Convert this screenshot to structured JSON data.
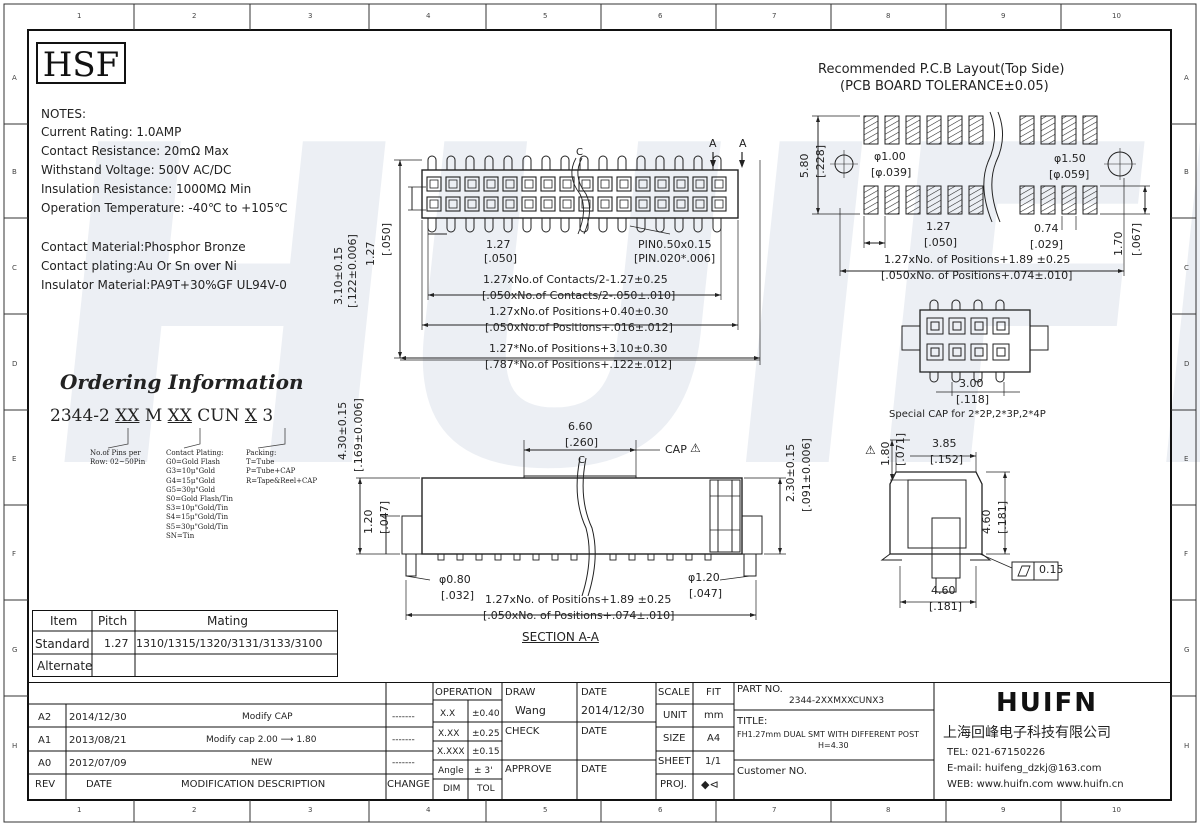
{
  "logo": {
    "text": "HSF"
  },
  "watermark": "HUIFN",
  "grid": {
    "cols": [
      "1",
      "2",
      "3",
      "4",
      "5",
      "6",
      "7",
      "8",
      "9",
      "10"
    ],
    "rows": [
      "A",
      "B",
      "C",
      "D",
      "E",
      "F",
      "G",
      "H"
    ]
  },
  "notes": {
    "heading": "NOTES:",
    "lines": [
      "Current Rating: 1.0AMP",
      "Contact Resistance: 20mΩ Max",
      "Withstand Voltage: 500V AC/DC",
      "Insulation Resistance: 1000MΩ Min",
      "Operation Temperature: -40℃ to +105℃"
    ],
    "materials": [
      "Contact Material:Phosphor Bronze",
      "Contact plating:Au Or Sn over Ni",
      "Insulator Material:PA9T+30%GF UL94V-0"
    ]
  },
  "ordering": {
    "title": "Ordering Information",
    "code_parts": [
      "2344-2 ",
      "XX",
      " M ",
      "XX",
      " CUN ",
      "X",
      " 3"
    ],
    "pins_label": [
      "No.of Pins per",
      "Row: 02~50Pin"
    ],
    "plating_label": [
      "Contact Plating:",
      "G0=Gold Flash",
      "G3=10μ\"Gold",
      "G4=15μ\"Gold",
      "G5=30μ\"Gold",
      "S0=Gold Flash/Tin",
      "S3=10μ\"Gold/Tin",
      "S4=15μ\"Gold/Tin",
      "S5=30μ\"Gold/Tin",
      "SN=Tin"
    ],
    "packing_label": [
      "Packing:",
      "T=Tube",
      "P=Tube+CAP",
      "R=Tape&Reel+CAP"
    ]
  },
  "mating_table": {
    "headers": [
      "Item",
      "Pitch",
      "Mating"
    ],
    "rows": [
      [
        "Standard",
        "1.27",
        "1310/1315/1320/3131/3133/3100"
      ],
      [
        "Alternate",
        "",
        ""
      ]
    ]
  },
  "top_view": {
    "labels": {
      "a_mark": "A",
      "c_mark": "C",
      "pitch": "1.27",
      "pitch_in": "[.050]",
      "pin": "PIN0.50x0.15",
      "pin_in": "[PIN.020*.006]",
      "height": "3.10±0.15",
      "height_in": "[.122±0.006]",
      "row": "1.27",
      "row_in": "[.050]",
      "d1": "1.27xNo.of Contacts/2-1.27±0.25",
      "d1_in": "[.050xNo.of Contacts/2-.050±.010]",
      "d2": "1.27xNo.of Positions+0.40±0.30",
      "d2_in": "[.050xNo.of Positions+.016±.012]",
      "d3": "1.27*No.of Positions+3.10±0.30",
      "d3_in": "[.787*No.of Positions+.122±.012]"
    }
  },
  "pcb_layout": {
    "title": "Recommended P.C.B Layout(Top Side)",
    "subtitle": "(PCB BOARD TOLERANCE±0.05)",
    "labels": {
      "h": "5.80",
      "h_in": "[.228]",
      "hole1": "φ1.00",
      "hole1_in": "[φ.039]",
      "hole2": "φ1.50",
      "hole2_in": "[φ.059]",
      "pitch": "1.27",
      "pitch_in": "[.050]",
      "pad_w": "0.74",
      "pad_w_in": "[.029]",
      "pad_h": "1.70",
      "pad_h_in": "[.067]",
      "span": "1.27xNo. of Positions+1.89 ±0.25",
      "span_in": "[.050xNo. of Positions+.074±.010]"
    }
  },
  "special_cap": {
    "dim": "3.00",
    "dim_in": "[.118]",
    "caption": "Special CAP for 2*2P,2*3P,2*4P"
  },
  "side_view": {
    "labels": {
      "height": "4.30±0.15",
      "height_in": "[.169±0.006]",
      "cap_w": "6.60",
      "cap_w_in": "[.260]",
      "cap": "CAP",
      "c_mark": "C",
      "h2": "2.30±0.15",
      "h2_in": "[.091±0.006]",
      "h3": "1.20",
      "h3_in": "[.047]",
      "peg1": "φ0.80",
      "peg1_in": "[.032]",
      "peg2": "φ1.20",
      "peg2_in": "[.047]",
      "span": "1.27xNo. of Positions+1.89 ±0.25",
      "span_in": "[.050xNo. of Positions+.074±.010]",
      "section": "SECTION A-A"
    }
  },
  "end_view": {
    "labels": {
      "d1": "1.80",
      "d1_in": "[.071]",
      "d2": "3.85",
      "d2_in": "[.152]",
      "d3": "4.60",
      "d3_in": "[.181]",
      "d4": "4.60",
      "d4_in": "[.181]",
      "flat": "0.15"
    }
  },
  "title_block": {
    "revisions": [
      {
        "rev": "A2",
        "date": "2014/12/30",
        "desc": "Modify CAP",
        "change": "-------"
      },
      {
        "rev": "A1",
        "date": "2013/08/21",
        "desc": "Modify cap 2.00 ⟶ 1.80",
        "change": "-------"
      },
      {
        "rev": "A0",
        "date": "2012/07/09",
        "desc": "NEW",
        "change": "-------"
      }
    ],
    "rev_headers": {
      "rev": "REV",
      "date": "DATE",
      "desc": "MODIFICATION DESCRIPTION",
      "change": "CHANGE"
    },
    "operation": "OPERATION",
    "tolerances": [
      {
        "key": "X.X",
        "val": "±0.40"
      },
      {
        "key": "X.XX",
        "val": "±0.25"
      },
      {
        "key": "X.XXX",
        "val": "±0.15"
      },
      {
        "key": "Angle",
        "val": "± 3'"
      }
    ],
    "dim": "DIM",
    "tol": "TOL",
    "draw": "DRAW",
    "draw_name": "Wang",
    "date": "DATE",
    "draw_date": "2014/12/30",
    "check": "CHECK",
    "check_date": "DATE",
    "approve": "APPROVE",
    "approve_date": "DATE",
    "scale": "SCALE",
    "scale_val": "FIT",
    "unit": "UNIT",
    "unit_val": "mm",
    "size": "SIZE",
    "size_val": "A4",
    "sheet": "SHEET",
    "sheet_val": "1/1",
    "proj": "PROJ.",
    "part_no_label": "PART NO.",
    "part_no": "2344-2XXMXXCUNX3",
    "title_label": "TITLE:",
    "title_line1": "FH1.27mm DUAL SMT WITH DIFFERENT POST",
    "title_line2": "H=4.30",
    "customer": "Customer NO.",
    "company_logo": "HUIFN",
    "company": "上海回峰电子科技有限公司",
    "tel": "TEL: 021-67150226",
    "email": "E-mail: huifeng_dzkj@163.com",
    "web": "WEB: www.huifn.com  www.huifn.cn"
  }
}
